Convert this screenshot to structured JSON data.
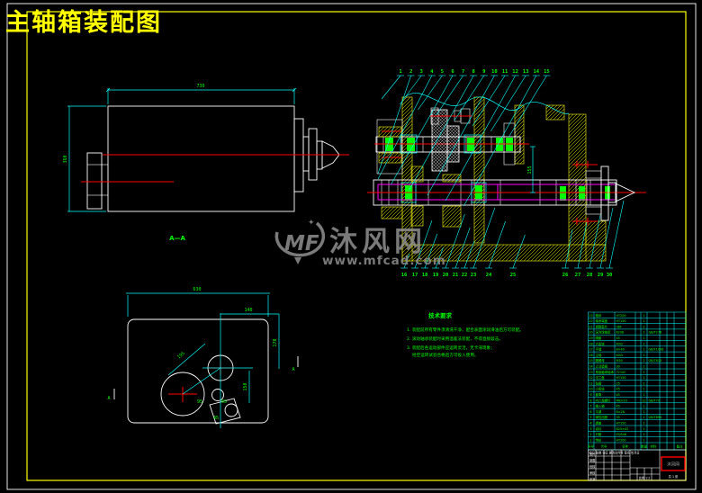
{
  "title": "主轴箱装配图",
  "watermark": {
    "logo": "MF",
    "brand": "沐风网",
    "url": "www.mfcad.com"
  },
  "left_view": {
    "dim_width": "730",
    "dim_height": "360",
    "section_label": "A—A"
  },
  "assembly": {
    "top_labels": [
      "1",
      "2",
      "3",
      "4",
      "5",
      "6",
      "7",
      "8",
      "9",
      "10",
      "11",
      "12",
      "13",
      "14",
      "15"
    ],
    "bottom_labels": [
      "16",
      "17",
      "18",
      "19",
      "20",
      "21",
      "22",
      "23",
      "24",
      "25"
    ],
    "bottom_right_labels": [
      "26",
      "27",
      "28",
      "29",
      "30"
    ],
    "center_dim": "155"
  },
  "plan_view": {
    "dim_width": "630",
    "dim_140": "140",
    "dim_170": "170",
    "dim_195": "195",
    "dim_150": "150",
    "dim_95": "95",
    "dim_65": "65",
    "dim_45": "45",
    "section_mark": "A"
  },
  "tech_notes": {
    "heading": "技术要求",
    "lines": [
      "1. 装配前所有零件须清洗干净，配合表面涂润滑油后方可装配。",
      "2. 滚动轴承装配时采用温差法装配，不得直接敲击。",
      "3. 装配后各运动部件应运转灵活，无卡滞现象；",
      "经空运转试验合格后方可投入使用。"
    ]
  },
  "bom": {
    "headers": [
      "序号",
      "代号",
      "名称",
      "数量",
      "材料",
      "备注"
    ],
    "rows": [
      {
        "no": "23",
        "name": "箱体",
        "spec": "HT200",
        "qty": "1",
        "note": ""
      },
      {
        "no": "22",
        "name": "轴承端盖",
        "spec": "HT150",
        "qty": "2",
        "note": ""
      },
      {
        "no": "21",
        "name": "调整垫片",
        "spec": "08F",
        "qty": "2",
        "note": ""
      },
      {
        "no": "20",
        "name": "深沟球轴承",
        "spec": "6208",
        "qty": "2",
        "note": "GB/T276"
      },
      {
        "no": "19",
        "name": "隔套",
        "spec": "45",
        "qty": "1",
        "note": ""
      },
      {
        "no": "18",
        "name": "大齿轮",
        "spec": "40Cr",
        "qty": "1",
        "note": ""
      },
      {
        "no": "17",
        "name": "平键",
        "spec": "8×40",
        "qty": "1",
        "note": "GB/T1096"
      },
      {
        "no": "16",
        "name": "主轴",
        "spec": "40Cr",
        "qty": "1",
        "note": ""
      },
      {
        "no": "15",
        "name": "圆螺母",
        "spec": "M30",
        "qty": "2",
        "note": "GB/T812"
      },
      {
        "no": "14",
        "name": "止动垫圈",
        "spec": "30",
        "qty": "2",
        "note": ""
      },
      {
        "no": "13",
        "name": "角接触球轴承",
        "spec": "7210C",
        "qty": "2",
        "note": ""
      },
      {
        "no": "12",
        "name": "法兰盘",
        "spec": "HT150",
        "qty": "1",
        "note": ""
      },
      {
        "no": "11",
        "name": "毡圈",
        "spec": "25",
        "qty": "2",
        "note": ""
      },
      {
        "no": "10",
        "name": "小齿轮",
        "spec": "45",
        "qty": "1",
        "note": ""
      },
      {
        "no": "9",
        "name": "套筒",
        "spec": "45",
        "qty": "1",
        "note": ""
      },
      {
        "no": "8",
        "name": "内六角螺钉",
        "spec": "M8×20",
        "qty": "12",
        "note": "GB/T70"
      },
      {
        "no": "7",
        "name": "输入轴",
        "spec": "45",
        "qty": "1",
        "note": ""
      },
      {
        "no": "6",
        "name": "平键",
        "spec": "6×28",
        "qty": "1",
        "note": ""
      },
      {
        "no": "5",
        "name": "弹性挡圈",
        "spec": "35",
        "qty": "2",
        "note": "GB/T894"
      },
      {
        "no": "4",
        "name": "透盖",
        "spec": "HT150",
        "qty": "1",
        "note": ""
      },
      {
        "no": "3",
        "name": "油封",
        "spec": "B25×42",
        "qty": "1",
        "note": ""
      },
      {
        "no": "2",
        "name": "衬套",
        "spec": "ZQSn6",
        "qty": "1",
        "note": ""
      },
      {
        "no": "1",
        "name": "带轮",
        "spec": "HT200",
        "qty": "1",
        "note": ""
      }
    ]
  },
  "title_block": {
    "row_labels": [
      "设计",
      "制图",
      "校核",
      "审核",
      "批准"
    ],
    "header_fields": "标记 处数 分区 更改文件号 签名 年月日",
    "scale": "比例 1:2",
    "sheet": "共 1 张",
    "stamp": "沐风网"
  }
}
